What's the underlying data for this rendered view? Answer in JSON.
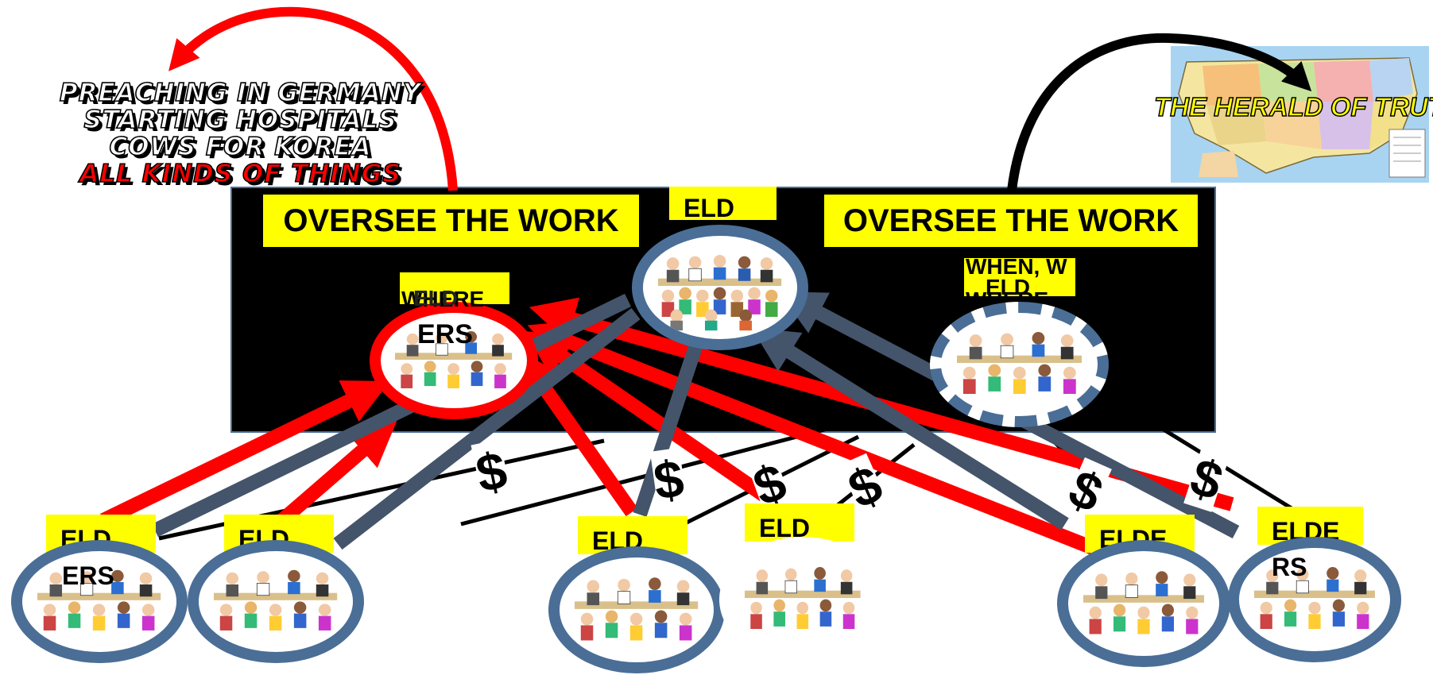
{
  "left_caption": {
    "lines": [
      "PREACHING IN GERMANY",
      "STARTING HOSPITALS",
      "COWS FOR KOREA"
    ],
    "highlight_line": "ALL KINDS OF THINGS"
  },
  "herald_label": "THE HERALD OF TRUTH",
  "oversee_left": "OVERSEE THE WORK",
  "oversee_right": "OVERSEE THE WORK",
  "center_eld_label": "ELD",
  "left_inner": {
    "eld": "ELD",
    "ers": "ERS",
    "overlap": "WHERE"
  },
  "right_inner": {
    "top": "WHEN, W",
    "eld": "ELD",
    "where": "WHERE"
  },
  "dollar_sign": "$",
  "bottom_eld_labels": [
    {
      "line1": "ELD",
      "line2": "ERS"
    },
    {
      "line1": "ELD",
      "line2": ""
    },
    {
      "line1": "ELD",
      "line2": ""
    },
    {
      "line1": "ELD",
      "line2": ""
    },
    {
      "line1": "ELDE",
      "line2": ""
    },
    {
      "line1": "ELDE",
      "line2": "RS"
    }
  ],
  "colors": {
    "support_arrow": "#ff0000",
    "oversight_arrow": "#44546a",
    "ring": "#4a6e96",
    "label_bg": "#ffff00",
    "panel": "#000000"
  },
  "icons": [
    "curved-arrow-red-icon",
    "curved-arrow-black-icon",
    "us-map-icon",
    "crowd-clipart-icon"
  ]
}
